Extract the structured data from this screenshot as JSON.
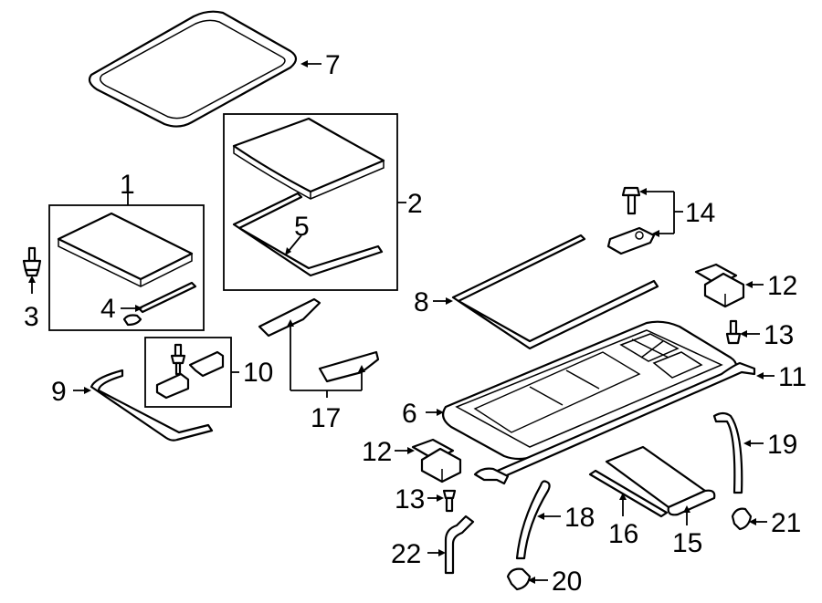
{
  "callouts": [
    {
      "id": "1",
      "text": "1"
    },
    {
      "id": "2",
      "text": "2"
    },
    {
      "id": "3",
      "text": "3"
    },
    {
      "id": "4",
      "text": "4"
    },
    {
      "id": "5",
      "text": "5"
    },
    {
      "id": "6",
      "text": "6"
    },
    {
      "id": "7",
      "text": "7"
    },
    {
      "id": "8",
      "text": "8"
    },
    {
      "id": "9",
      "text": "9"
    },
    {
      "id": "10",
      "text": "10"
    },
    {
      "id": "11",
      "text": "11"
    },
    {
      "id": "12a",
      "text": "12"
    },
    {
      "id": "12b",
      "text": "12"
    },
    {
      "id": "13a",
      "text": "13"
    },
    {
      "id": "13b",
      "text": "13"
    },
    {
      "id": "14",
      "text": "14"
    },
    {
      "id": "15",
      "text": "15"
    },
    {
      "id": "16",
      "text": "16"
    },
    {
      "id": "17",
      "text": "17"
    },
    {
      "id": "18",
      "text": "18"
    },
    {
      "id": "19",
      "text": "19"
    },
    {
      "id": "20",
      "text": "20"
    },
    {
      "id": "21",
      "text": "21"
    },
    {
      "id": "22",
      "text": "22"
    }
  ]
}
